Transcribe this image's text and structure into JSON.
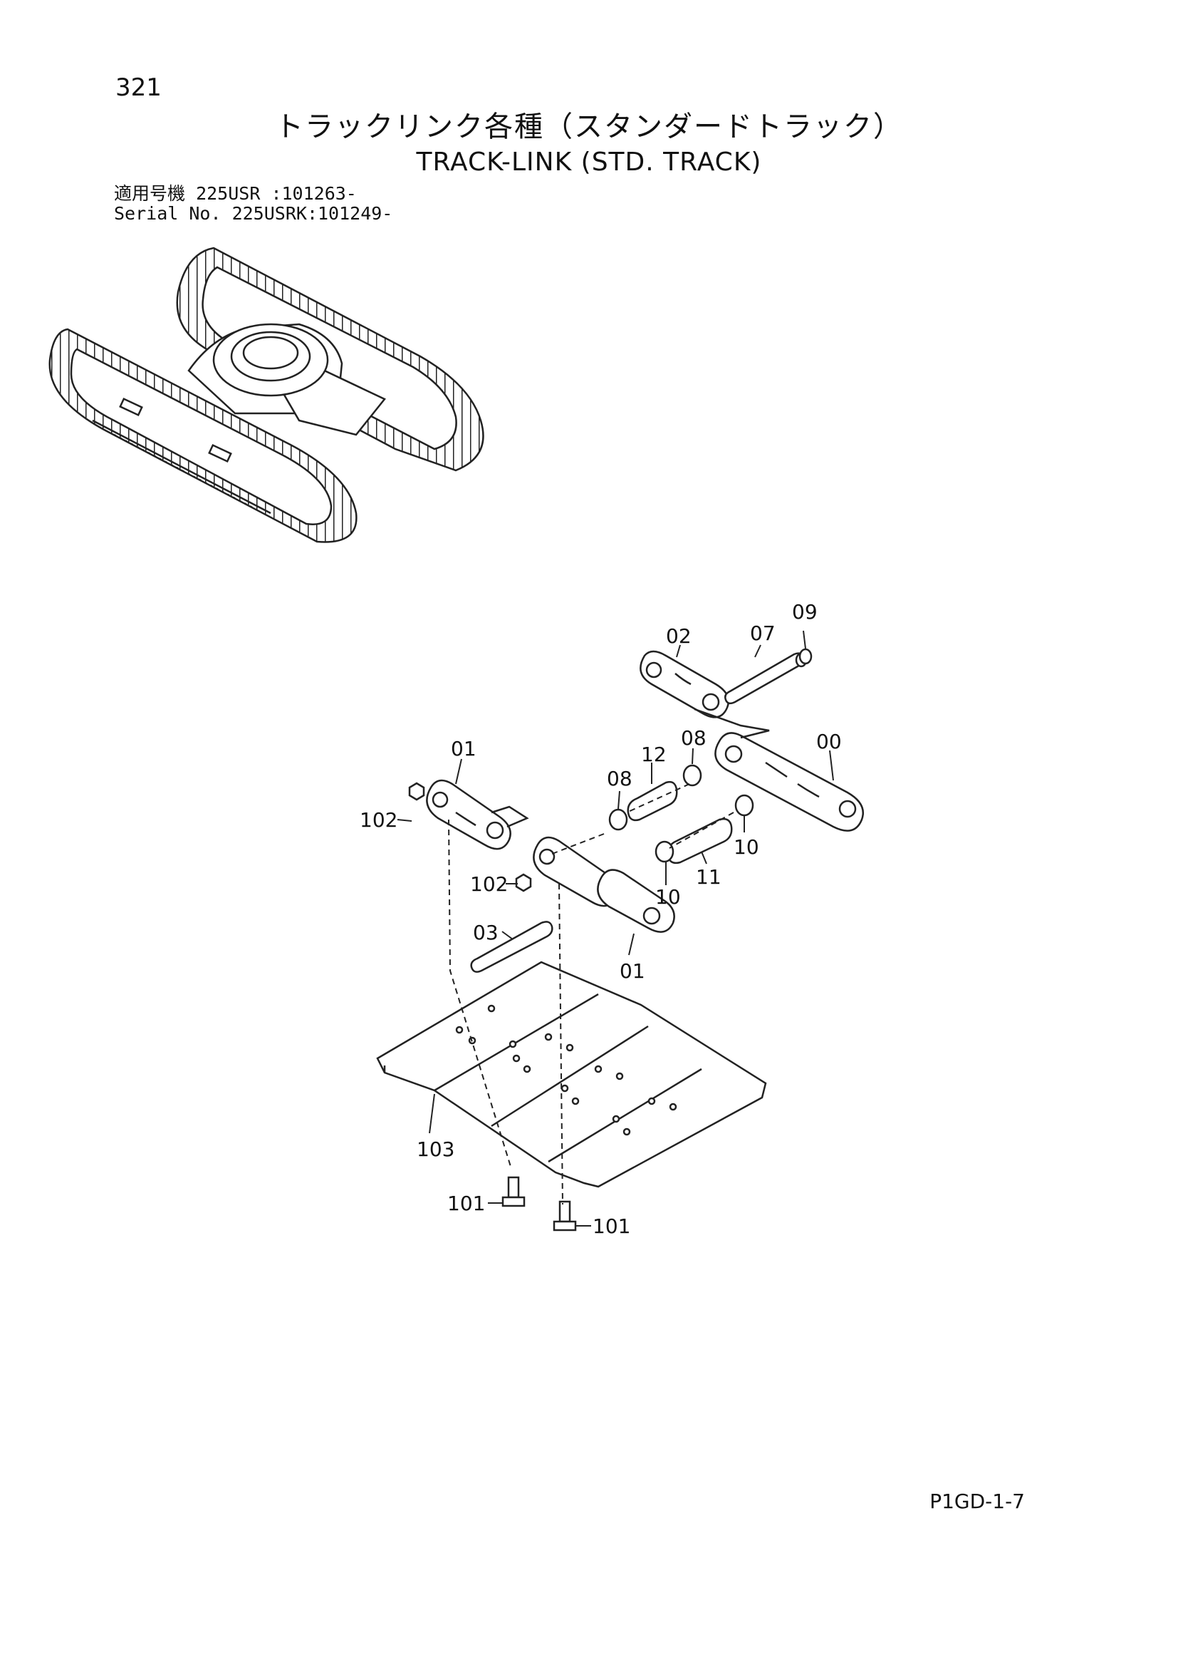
{
  "page": {
    "number": "321",
    "title_jp": "トラックリンク各種（スタンダードトラック）",
    "title_en": "TRACK-LINK (STD. TRACK)",
    "footer_code": "P1GD-1-7"
  },
  "applicability": [
    {
      "label": "適用号機",
      "model": "225USR",
      "serial": ":101263-"
    },
    {
      "label": "Serial No.",
      "model": "225USRK",
      "serial": ":101249-"
    }
  ],
  "callouts": {
    "c09": "09",
    "c02": "02",
    "c07": "07",
    "c00": "00",
    "c08a": "08",
    "c01a": "01",
    "c12": "12",
    "c08b": "08",
    "c102a": "102",
    "c10a": "10",
    "c102b": "102",
    "c11": "11",
    "c10b": "10",
    "c03": "03",
    "c01b": "01",
    "c103": "103",
    "c101a": "101",
    "c101b": "101"
  }
}
